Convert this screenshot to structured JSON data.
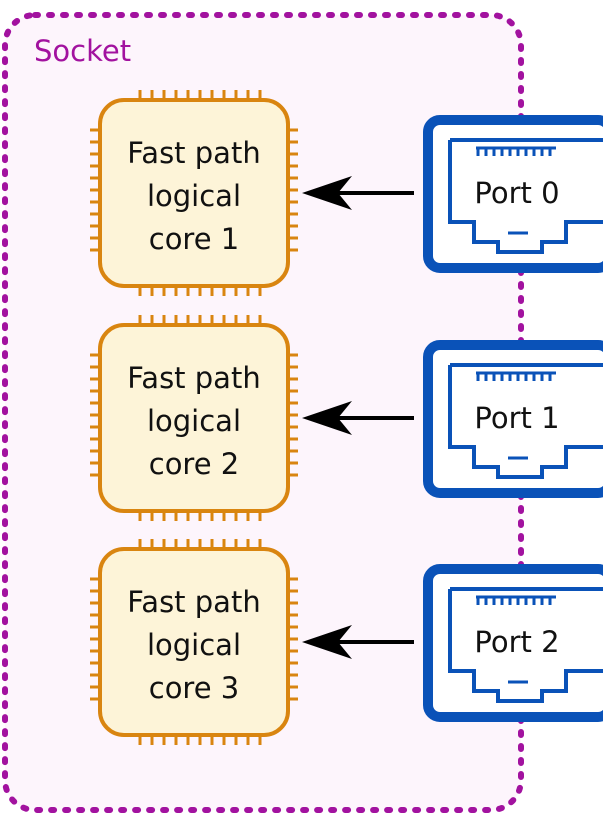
{
  "socket": {
    "label": "Socket",
    "border_color": "#a2129f",
    "fill_color": "#fdf5fc"
  },
  "cores": [
    {
      "lines": [
        "Fast path",
        "logical",
        "core 1"
      ]
    },
    {
      "lines": [
        "Fast path",
        "logical",
        "core 2"
      ]
    },
    {
      "lines": [
        "Fast path",
        "logical",
        "core 3"
      ]
    }
  ],
  "ports": [
    {
      "label": "Port 0"
    },
    {
      "label": "Port 1"
    },
    {
      "label": "Port 2"
    }
  ],
  "colors": {
    "core_border": "#d98510",
    "core_fill": "#fdf4d8",
    "port_blue": "#0a52b8",
    "arrow": "#000000"
  }
}
